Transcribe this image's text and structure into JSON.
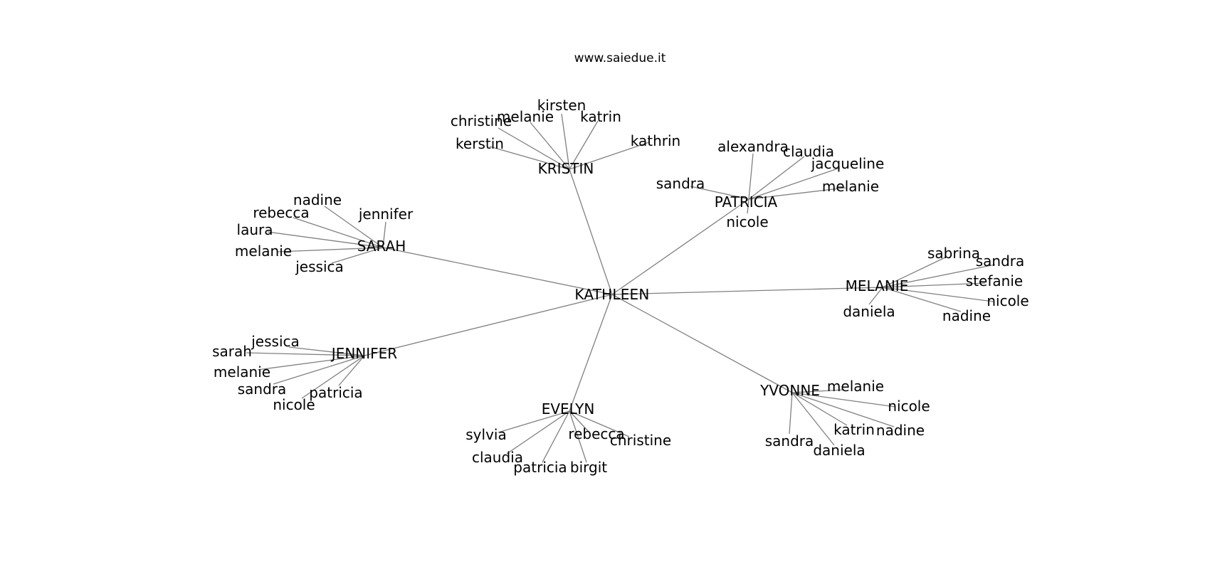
{
  "site_label": "www.saiedue.it",
  "colors": {
    "edge": "#808080",
    "text": "#000000",
    "background": "#ffffff"
  },
  "graph": {
    "center": {
      "id": "kathleen",
      "label": "KATHLEEN"
    },
    "hubs": [
      {
        "id": "kristin",
        "label": "KRISTIN",
        "leaves": [
          {
            "id": "kristin-kirsten",
            "label": "kirsten"
          },
          {
            "id": "kristin-christine",
            "label": "christine"
          },
          {
            "id": "kristin-melanie",
            "label": "melanie"
          },
          {
            "id": "kristin-katrin",
            "label": "katrin"
          },
          {
            "id": "kristin-kerstin",
            "label": "kerstin"
          },
          {
            "id": "kristin-kathrin",
            "label": "kathrin"
          }
        ]
      },
      {
        "id": "patricia",
        "label": "PATRICIA",
        "leaves": [
          {
            "id": "patricia-alexandra",
            "label": "alexandra"
          },
          {
            "id": "patricia-claudia",
            "label": "claudia"
          },
          {
            "id": "patricia-jacqueline",
            "label": "jacqueline"
          },
          {
            "id": "patricia-sandra",
            "label": "sandra"
          },
          {
            "id": "patricia-melanie",
            "label": "melanie"
          },
          {
            "id": "patricia-nicole",
            "label": "nicole"
          }
        ]
      },
      {
        "id": "sarah",
        "label": "SARAH",
        "leaves": [
          {
            "id": "sarah-nadine",
            "label": "nadine"
          },
          {
            "id": "sarah-rebecca",
            "label": "rebecca"
          },
          {
            "id": "sarah-jennifer",
            "label": "jennifer"
          },
          {
            "id": "sarah-laura",
            "label": "laura"
          },
          {
            "id": "sarah-melanie",
            "label": "melanie"
          },
          {
            "id": "sarah-jessica",
            "label": "jessica"
          }
        ]
      },
      {
        "id": "melanie",
        "label": "MELANIE",
        "leaves": [
          {
            "id": "melanie-sabrina",
            "label": "sabrina"
          },
          {
            "id": "melanie-sandra",
            "label": "sandra"
          },
          {
            "id": "melanie-stefanie",
            "label": "stefanie"
          },
          {
            "id": "melanie-nicole",
            "label": "nicole"
          },
          {
            "id": "melanie-daniela",
            "label": "daniela"
          },
          {
            "id": "melanie-nadine",
            "label": "nadine"
          }
        ]
      },
      {
        "id": "jennifer",
        "label": "JENNIFER",
        "leaves": [
          {
            "id": "jennifer-jessica",
            "label": "jessica"
          },
          {
            "id": "jennifer-sarah",
            "label": "sarah"
          },
          {
            "id": "jennifer-melanie",
            "label": "melanie"
          },
          {
            "id": "jennifer-sandra",
            "label": "sandra"
          },
          {
            "id": "jennifer-patricia",
            "label": "patricia"
          },
          {
            "id": "jennifer-nicole",
            "label": "nicole"
          }
        ]
      },
      {
        "id": "yvonne",
        "label": "YVONNE",
        "leaves": [
          {
            "id": "yvonne-melanie",
            "label": "melanie"
          },
          {
            "id": "yvonne-nicole",
            "label": "nicole"
          },
          {
            "id": "yvonne-katrin",
            "label": "katrin"
          },
          {
            "id": "yvonne-nadine",
            "label": "nadine"
          },
          {
            "id": "yvonne-sandra",
            "label": "sandra"
          },
          {
            "id": "yvonne-daniela",
            "label": "daniela"
          }
        ]
      },
      {
        "id": "evelyn",
        "label": "EVELYN",
        "leaves": [
          {
            "id": "evelyn-sylvia",
            "label": "sylvia"
          },
          {
            "id": "evelyn-rebecca",
            "label": "rebecca"
          },
          {
            "id": "evelyn-christine",
            "label": "christine"
          },
          {
            "id": "evelyn-claudia",
            "label": "claudia"
          },
          {
            "id": "evelyn-patricia",
            "label": "patricia"
          },
          {
            "id": "evelyn-birgit",
            "label": "birgit"
          }
        ]
      }
    ]
  }
}
